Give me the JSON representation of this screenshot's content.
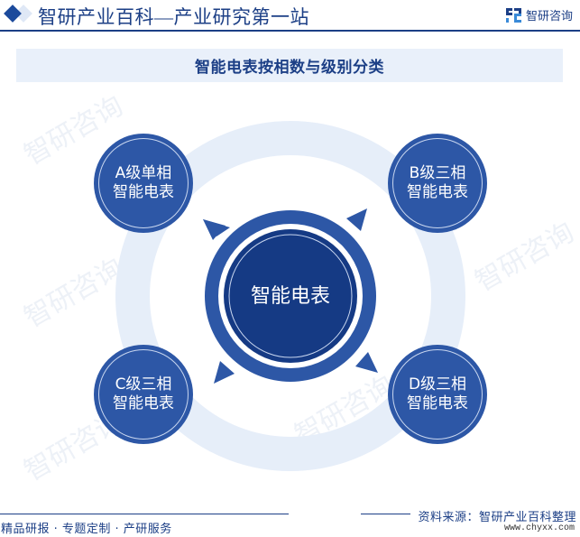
{
  "header": {
    "title": "智研产业百科—产业研究第一站",
    "brand_name": "智研咨询",
    "brand_logo_icon": "zhiyan-logo-icon"
  },
  "subtitle": "智能电表按相数与级别分类",
  "diagram": {
    "center": {
      "label": "智能电表"
    },
    "nodes": [
      {
        "position": "top-left",
        "line1": "A级单相",
        "line2": "智能电表"
      },
      {
        "position": "top-right",
        "line1": "B级三相",
        "line2": "智能电表"
      },
      {
        "position": "bottom-left",
        "line1": "C级三相",
        "line2": "智能电表"
      },
      {
        "position": "bottom-right",
        "line1": "D级三相",
        "line2": "智能电表"
      }
    ],
    "colors": {
      "node": "#2d57a6",
      "center_core": "#153a84",
      "center_ring": "#2d57a6",
      "outer_ring": "#e6eef9"
    }
  },
  "watermark": {
    "text": "智研咨询"
  },
  "footer": {
    "services": "精品研报 · 专题定制 · 产研服务",
    "source": "资料来源：智研产业百科整理",
    "url": "www.chyxx.com"
  }
}
